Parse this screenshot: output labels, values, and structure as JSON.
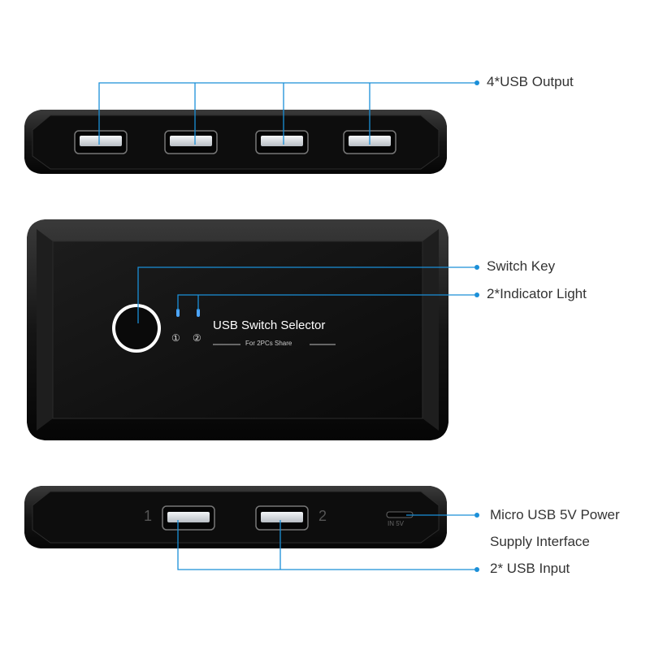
{
  "callouts": {
    "usb_output": "4*USB Output",
    "switch_key": "Switch Key",
    "indicator_light": "2*Indicator Light",
    "micro_usb_line1": "Micro USB 5V Power",
    "micro_usb_line2": "Supply Interface",
    "usb_input": "2* USB Input"
  },
  "device": {
    "title": "USB Switch Selector",
    "subtitle": "For 2PCs Share",
    "indicator_1": "①",
    "indicator_2": "②",
    "port_label_1": "1",
    "port_label_2": "2",
    "power_label": "IN 5V"
  },
  "colors": {
    "accent_line": "#1a8fd8",
    "device_body": "#111111",
    "background": "#ffffff"
  }
}
